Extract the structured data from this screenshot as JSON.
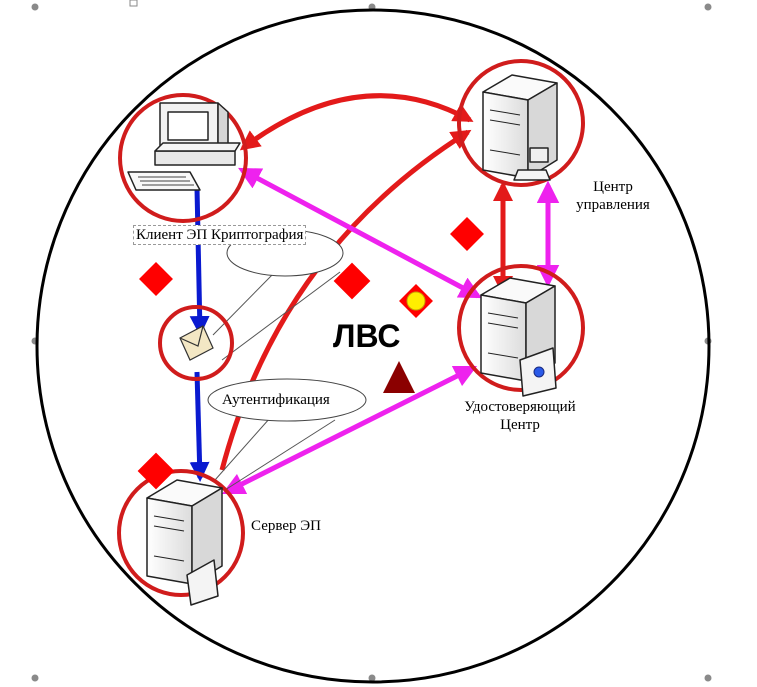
{
  "labels": {
    "client": "Клиент ЭП Криптография",
    "control_center_line1": "Центр",
    "control_center_line2": "управления",
    "lan": "ЛВС",
    "auth": "Аутентификация",
    "ca_line1": "Удостоверяющий",
    "ca_line2": "Центр",
    "server": "Сервер ЭП"
  },
  "colors": {
    "ring": "#000000",
    "node_circle": "#d01c1c",
    "link_red": "#e31a1a",
    "link_magenta": "#ee22ee",
    "link_blue": "#0a1ad0",
    "diamond": "#ff0000",
    "triangle": "#8b0000",
    "dot_yellow": "#ffee00"
  },
  "icons": [
    "computer-icon",
    "server-icon",
    "envelope-icon",
    "certificate-icon"
  ]
}
